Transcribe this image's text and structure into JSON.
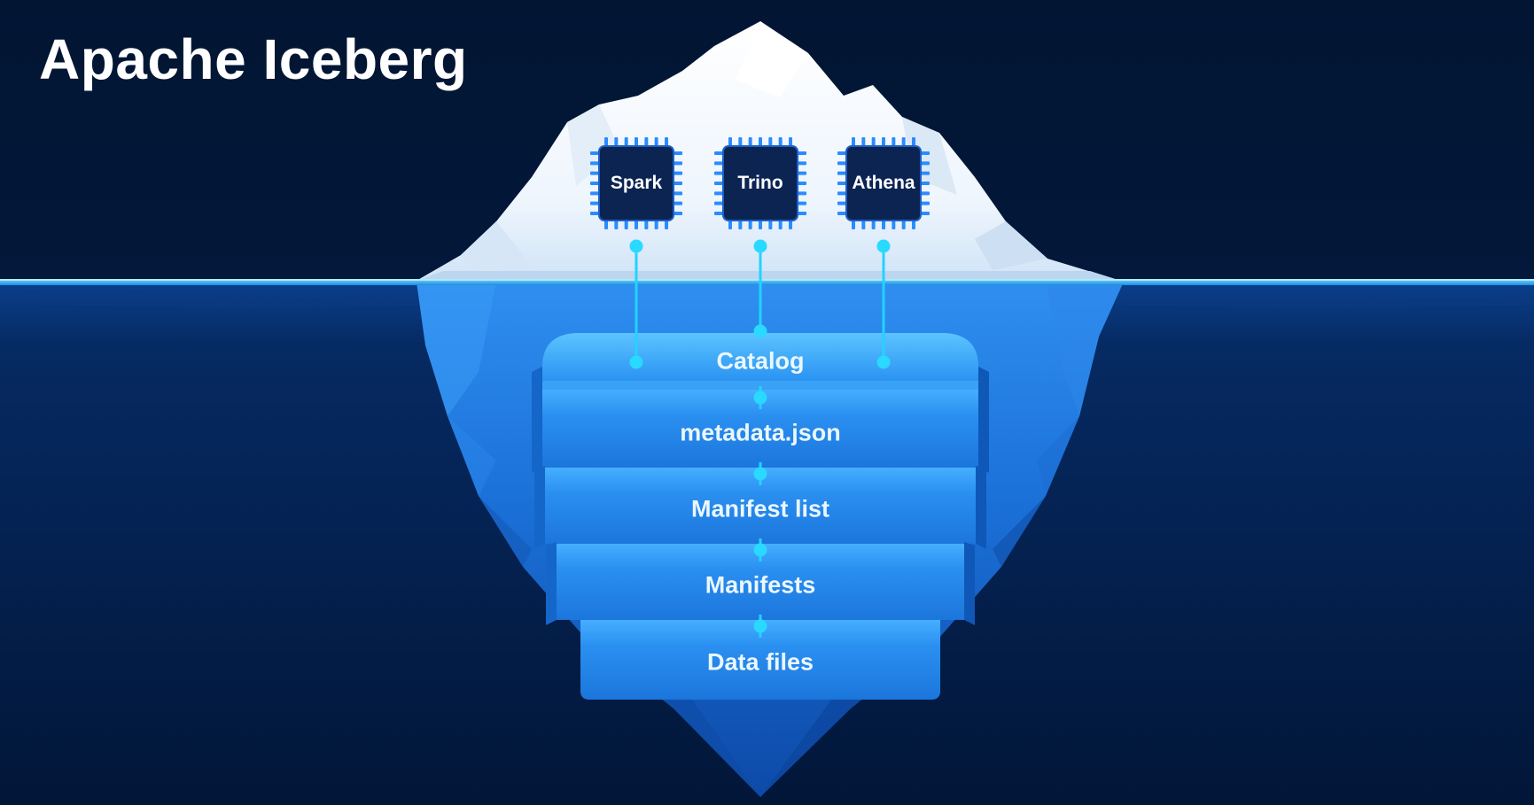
{
  "title": "Apache Iceberg",
  "engines": [
    {
      "label": "Spark",
      "icon": "chip-icon"
    },
    {
      "label": "Trino",
      "icon": "chip-icon"
    },
    {
      "label": "Athena",
      "icon": "chip-icon"
    }
  ],
  "layers": [
    {
      "label": "Catalog"
    },
    {
      "label": "metadata.json"
    },
    {
      "label": "Manifest list"
    },
    {
      "label": "Manifests"
    },
    {
      "label": "Data files"
    }
  ],
  "colors": {
    "background": "#03183a",
    "deep_water": "#05265a",
    "waterline": "#2fb6ff",
    "ice_top": "#ffffff",
    "ice_underwater": "#1a6fd6",
    "connector": "#22d3ff",
    "chip_body": "#0b2452",
    "chip_pins": "#2a8cff"
  }
}
